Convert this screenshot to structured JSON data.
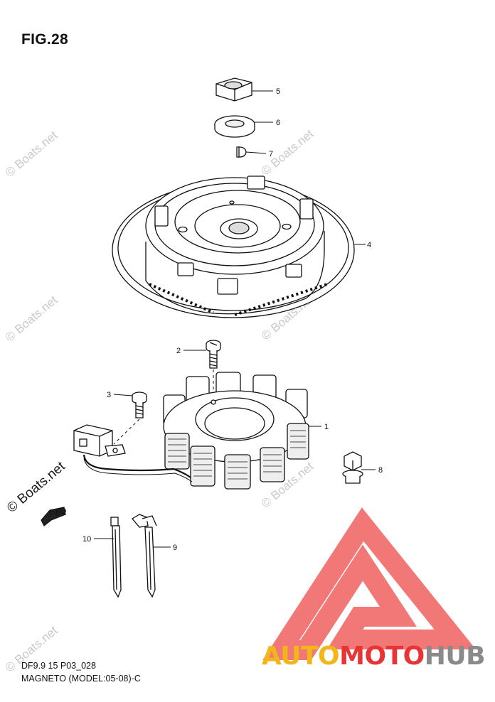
{
  "figure": {
    "title": "FIG.28",
    "caption_code": "DF9.9 15 P03_028",
    "caption_title": "MAGNETO (MODEL:05-08)-C"
  },
  "part_labels": [
    "1",
    "2",
    "3",
    "4",
    "5",
    "6",
    "7",
    "8",
    "9",
    "10"
  ],
  "fwd_label": "FWD",
  "watermarks": [
    "© Boats.net",
    "© Boats.net",
    "© Boats.net",
    "© Boats.net",
    "© Boats.net",
    "© Boats.net",
    "© Boats.net"
  ],
  "logo": {
    "text_auto": "AUTO",
    "text_moto": "MOTO",
    "text_hub": "HUB",
    "colors": {
      "auto": "#f2b61b",
      "moto": "#e73434",
      "hub": "#8a8a8a",
      "triangle": "#f06060"
    }
  }
}
